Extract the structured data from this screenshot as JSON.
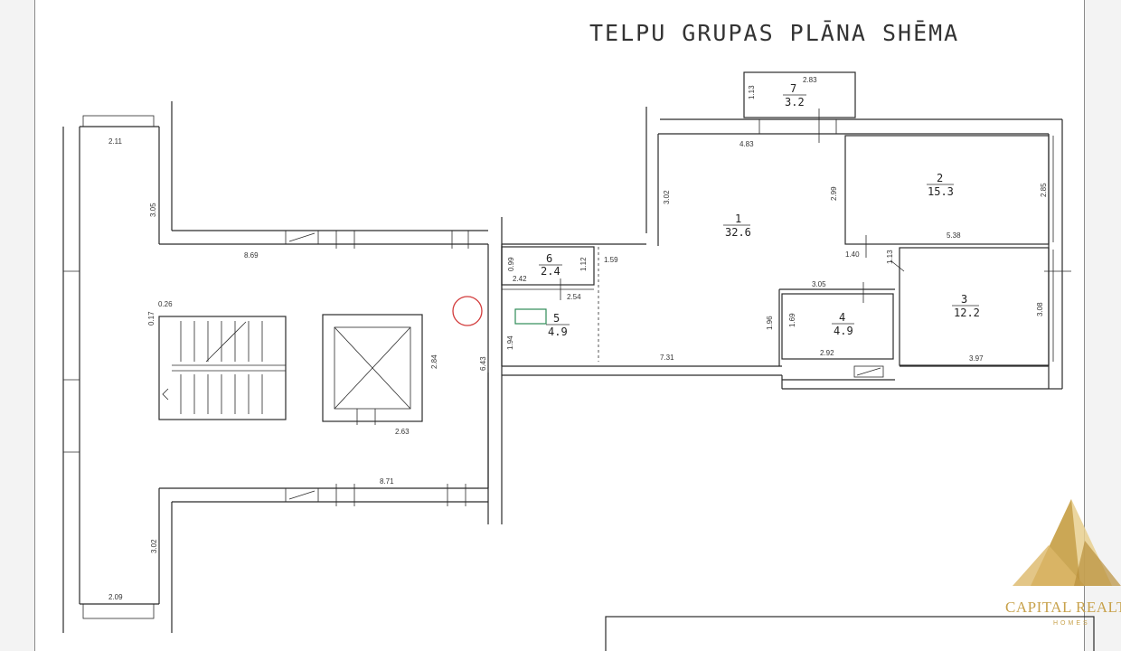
{
  "title": "TELPU  GRUPAS PLĀNA  SHĒMA",
  "rooms": [
    {
      "number": "1",
      "area": "32.6"
    },
    {
      "number": "2",
      "area": "15.3"
    },
    {
      "number": "3",
      "area": "12.2"
    },
    {
      "number": "4",
      "area": "4.9"
    },
    {
      "number": "5",
      "area": "4.9"
    },
    {
      "number": "6",
      "area": "2.4"
    },
    {
      "number": "7",
      "area": "3.2"
    }
  ],
  "dimensions": {
    "d_2_11": "2.11",
    "d_3_05a": "3.05",
    "d_8_69": "8.69",
    "d_0_26": "0.26",
    "d_0_17": "0.17",
    "d_2_84": "2.84",
    "d_2_63": "2.63",
    "d_6_43": "6.43",
    "d_8_71": "8.71",
    "d_3_02a": "3.02",
    "d_2_09": "2.09",
    "d_0_99": "0.99",
    "d_2_42": "2.42",
    "d_2_54": "2.54",
    "d_1_12": "1.12",
    "d_1_59": "1.59",
    "d_1_94": "1.94",
    "d_3_02b": "3.02",
    "d_4_83": "4.83",
    "d_2_99": "2.99",
    "d_1_13a": "1.13",
    "d_2_83": "2.83",
    "d_2_85": "2.85",
    "d_5_38": "5.38",
    "d_1_40": "1.40",
    "d_1_13b": "1.13",
    "d_3_05b": "3.05",
    "d_1_96": "1.96",
    "d_1_69": "1.69",
    "d_2_92": "2.92",
    "d_7_31": "7.31",
    "d_3_08": "3.08",
    "d_3_97": "3.97"
  },
  "logo": {
    "name": "CAPITAL REALTI",
    "sub": "HOMES",
    "color": "#c8a24c"
  }
}
